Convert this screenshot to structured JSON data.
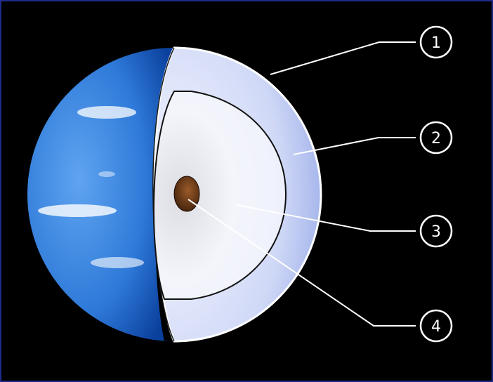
{
  "diagram": {
    "callouts": [
      {
        "id": 1,
        "label": "1",
        "layer": "atmosphere"
      },
      {
        "id": 2,
        "label": "2",
        "layer": "mantle-outer"
      },
      {
        "id": 3,
        "label": "3",
        "layer": "mantle-inner"
      },
      {
        "id": 4,
        "label": "4",
        "layer": "core"
      }
    ],
    "colors": {
      "background": "#000000",
      "frame_border": "#1f2a8c",
      "surface_blue": "#3b86e0",
      "surface_blue_dark": "#0e52b8",
      "outer_layer": "#c8d2f2",
      "inner_layer": "#eef0fb",
      "core": "#5a2f12",
      "leader_line": "#ffffff"
    }
  }
}
